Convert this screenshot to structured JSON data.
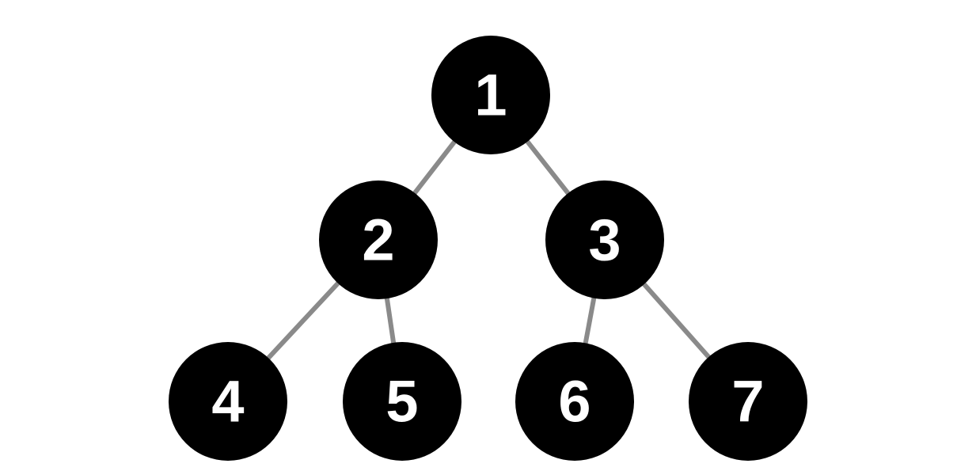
{
  "tree": {
    "nodes": [
      {
        "id": "1",
        "label": "1"
      },
      {
        "id": "2",
        "label": "2"
      },
      {
        "id": "3",
        "label": "3"
      },
      {
        "id": "4",
        "label": "4"
      },
      {
        "id": "5",
        "label": "5"
      },
      {
        "id": "6",
        "label": "6"
      },
      {
        "id": "7",
        "label": "7"
      }
    ],
    "edges": [
      {
        "from": "1",
        "to": "2"
      },
      {
        "from": "1",
        "to": "3"
      },
      {
        "from": "2",
        "to": "4"
      },
      {
        "from": "2",
        "to": "5"
      },
      {
        "from": "3",
        "to": "6"
      },
      {
        "from": "3",
        "to": "7"
      }
    ],
    "colors": {
      "node_fill": "#000000",
      "node_text": "#ffffff",
      "edge": "#8a8a8a",
      "background": "#ffffff"
    }
  }
}
